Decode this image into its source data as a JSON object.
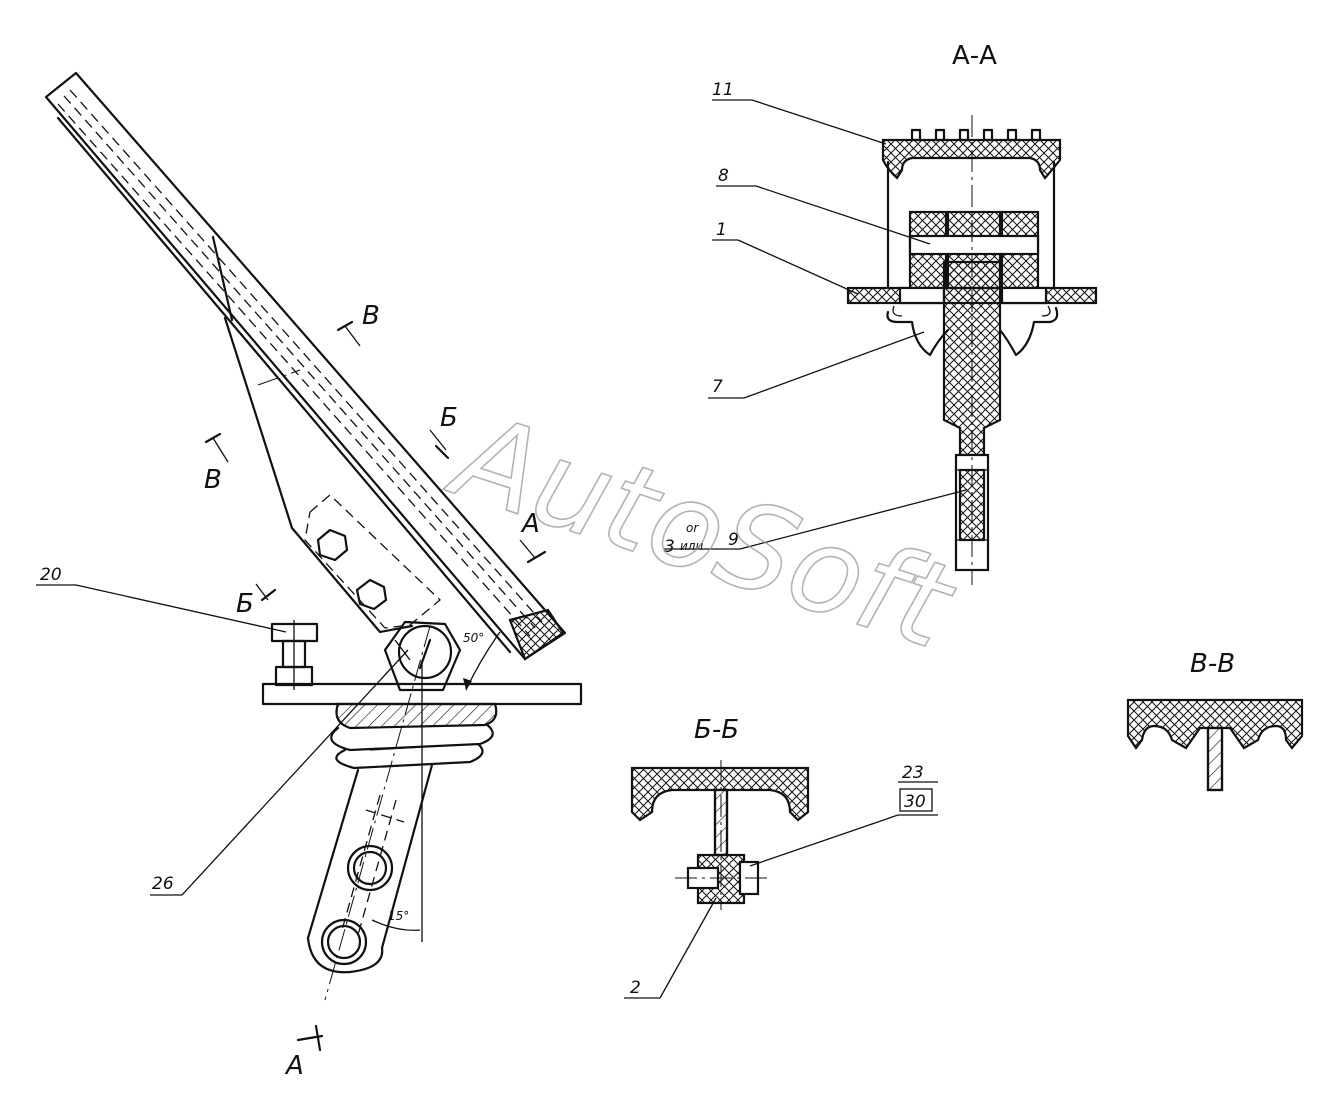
{
  "watermark": "AutoSoft",
  "sections": {
    "aa": "А-А",
    "bb": "Б-Б",
    "vv": "В-В"
  },
  "cut_marks": {
    "a_top": "А",
    "a_bottom": "А",
    "b_top": "Б",
    "b_bottom": "Б",
    "v_top": "В",
    "v_bottom": "В"
  },
  "callouts": {
    "c11": "11",
    "c8": "8",
    "c1": "1",
    "c7": "7",
    "c3": "3",
    "c_or": "or",
    "c_ili": "или",
    "c9": "9",
    "c20": "20",
    "c26": "26",
    "c2": "2",
    "c23": "23",
    "c30": "30"
  },
  "angles": {
    "a50": "50°",
    "a15": "15°"
  }
}
